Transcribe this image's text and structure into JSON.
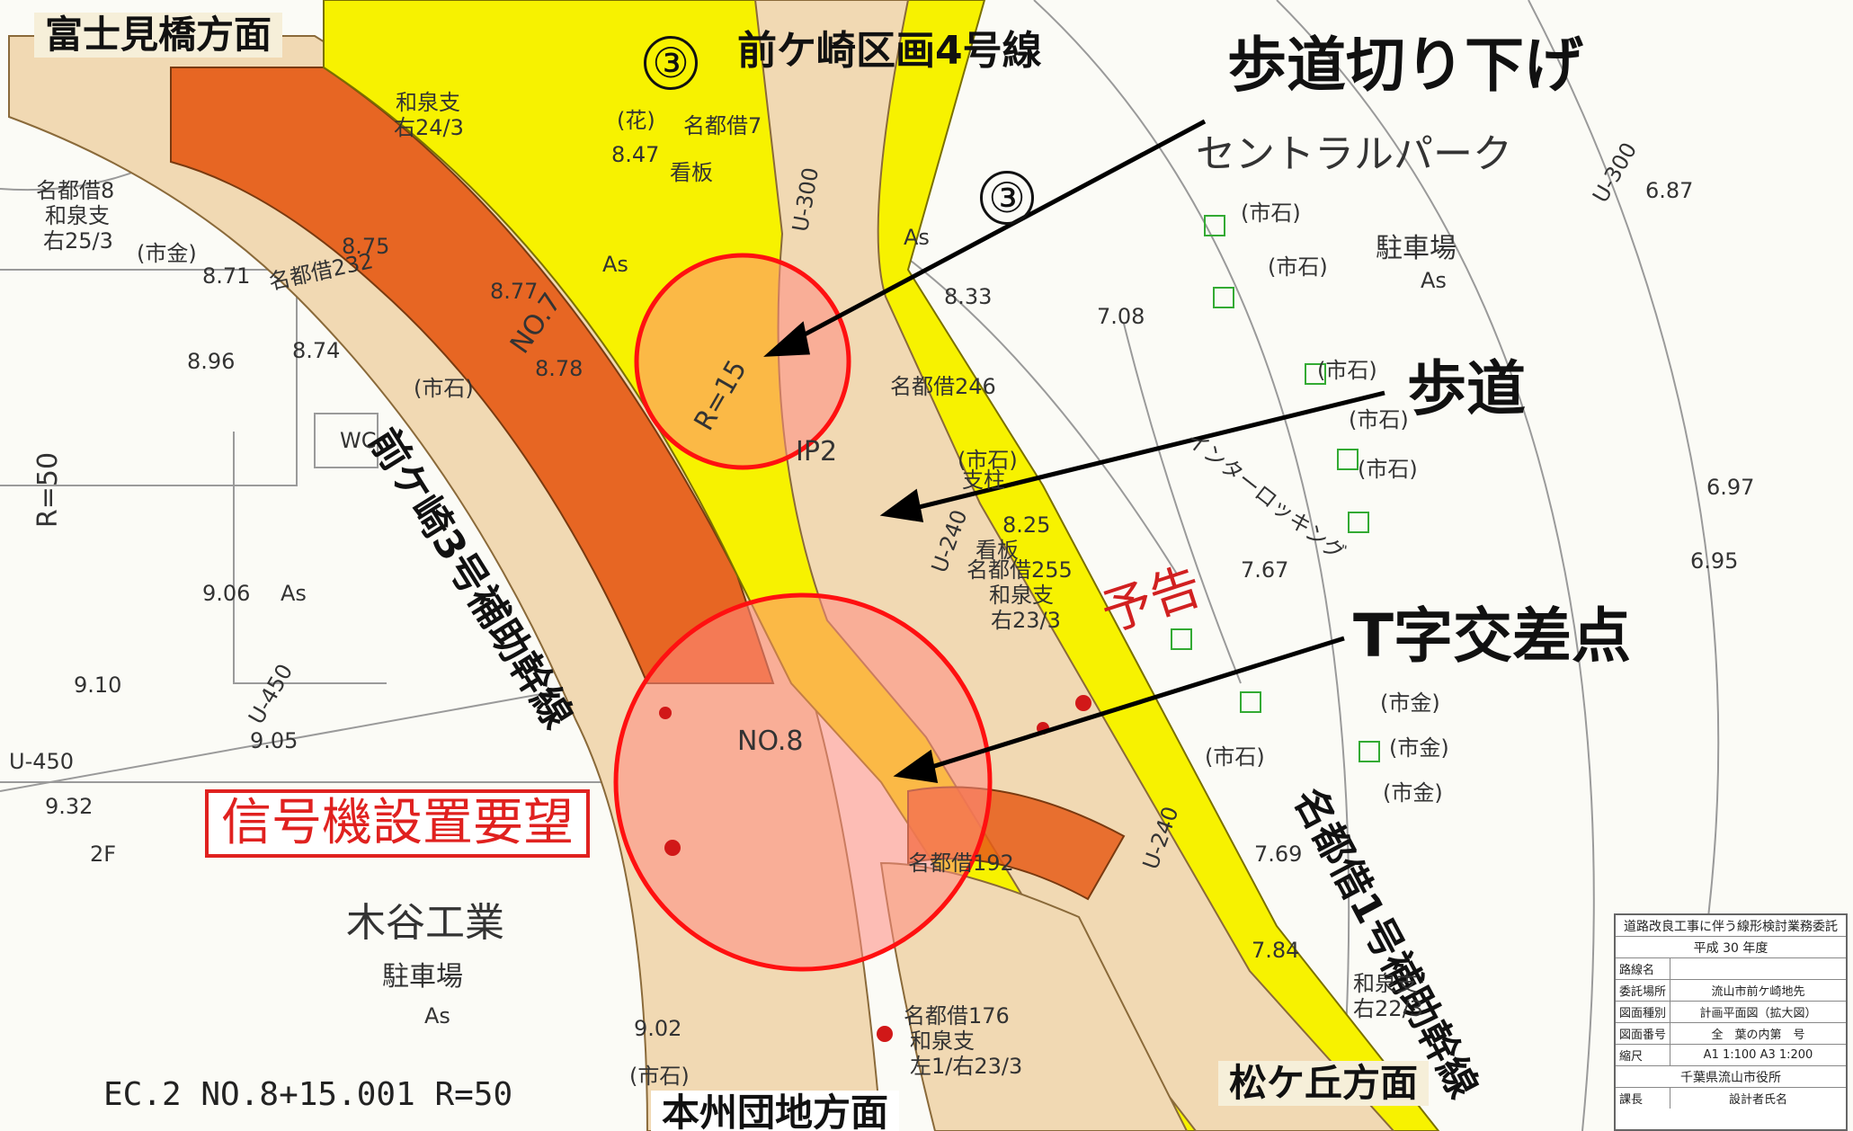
{
  "directions": {
    "northwest": "富士見橋方面",
    "south": "本州団地方面",
    "southeast": "松ケ丘方面"
  },
  "roads": {
    "north": "前ケ崎区画4号線",
    "west": "前ケ崎3号補助幹線",
    "east": "名都借1号補助幹線"
  },
  "annotations": {
    "curb_cut": "歩道切り下げ",
    "sidewalk": "歩道",
    "t_junction": "T字交差点",
    "signal_request": "信号機設置要望",
    "notice_stamp": "予告"
  },
  "places": {
    "central_park": "セントラルパーク",
    "central_park_parking": "駐車場",
    "kitani_kogyo": "木谷工業",
    "kitani_parking": "駐車場"
  },
  "map_labels": {
    "circled_three": "③",
    "no7": "NO.7",
    "no8": "NO.8",
    "r15": "R=15",
    "r50": "R=50",
    "ip2": "IP2",
    "wc": "WC",
    "interlocking": "インターロッキング",
    "lot_8": "名都借8",
    "lot_8_sub": "和泉支",
    "lot_8_sub2": "右25/3",
    "lot_232": "名都借232",
    "lot_246": "名都借246",
    "lot_255": "名都借255",
    "lot_255_sub": "和泉支",
    "lot_255_sub2": "右23/3",
    "lot_192": "名都借192",
    "lot_176": "名都借176",
    "lot_176_sub": "和泉支",
    "lot_176_sub2": "左1/右23/3",
    "lot_22": "和泉支",
    "lot_22_sub": "右22/3",
    "lot_7": "名都借7",
    "izumi_24": "和泉支",
    "izumi_24_sub": "右24/3",
    "shiseki": "(市石)",
    "shikin": "(市金)",
    "hana": "(花)",
    "kanban": "看板",
    "shichu": "支柱",
    "as": "As",
    "u300": "U-300",
    "u240": "U-240",
    "u450": "U-450",
    "twofloor": "2F",
    "elev_871": "8.71",
    "elev_875": "8.75",
    "elev_877": "8.77",
    "elev_878": "8.78",
    "elev_896": "8.96",
    "elev_874": "8.74",
    "elev_847": "8.47",
    "elev_833": "8.33",
    "elev_825": "8.25",
    "elev_708": "7.08",
    "elev_767": "7.67",
    "elev_769": "7.69",
    "elev_784": "7.84",
    "elev_906": "9.06",
    "elev_910": "9.10",
    "elev_905": "9.05",
    "elev_902": "9.02",
    "elev_932": "9.32",
    "elev_697": "6.97",
    "elev_695": "6.95",
    "elev_687": "6.87"
  },
  "ec_line": "EC.2  NO.8+15.001  R=50",
  "title_block": {
    "heading": "道路改良工事に伴う線形検討業務委託",
    "year": "平成  30  年度",
    "row_route": "路線名",
    "row_place": "委託場所",
    "row_place_val": "流山市前ケ崎地先",
    "row_type": "図面種別",
    "row_type_val": "計画平面図（拡大図）",
    "row_no": "図面番号",
    "row_no_val": "全　葉の内第　号",
    "row_scale": "縮尺",
    "row_scale_val": "A1 1:100  A3 1:200",
    "office": "千葉県流山市役所",
    "row_chief": "課長",
    "row_designer": "設計者氏名"
  },
  "colors": {
    "sidewalk_yellow": "#f7f200",
    "road_orange": "#e65c17",
    "road_beige": "#f1d9b3",
    "highlight_red": "#ff0000",
    "pink_fill": "#ff8a80"
  }
}
